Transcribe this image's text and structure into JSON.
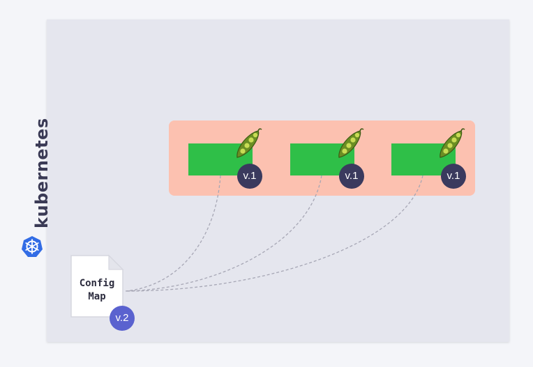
{
  "brand": {
    "wordmark": "kubernetes",
    "logo_icon": "kubernetes-helm-icon"
  },
  "replicaset": {
    "pods": [
      {
        "version": "v.1",
        "icon": "pea-pod-icon"
      },
      {
        "version": "v.1",
        "icon": "pea-pod-icon"
      },
      {
        "version": "v.1",
        "icon": "pea-pod-icon"
      }
    ]
  },
  "configmap": {
    "label": "Config\nMap",
    "version": "v.2",
    "icon": "document-icon"
  },
  "colors": {
    "background": "#f4f5f9",
    "cluster": "#e5e6ee",
    "replicaset": "#fcc1b0",
    "pod": "#2fbf48",
    "badge_dark": "#3a3a5e",
    "badge_blue": "#5a62cf",
    "link": "#a6a6b4"
  }
}
